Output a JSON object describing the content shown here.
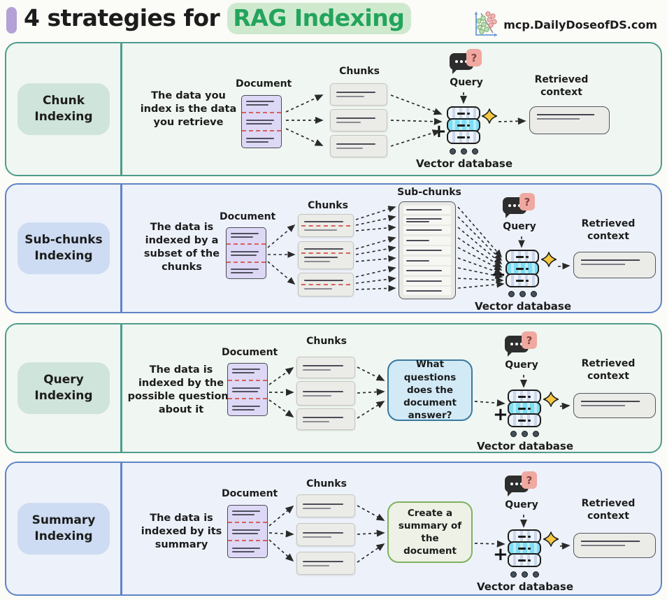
{
  "header": {
    "title_black": "4 strategies for",
    "title_green": "RAG Indexing",
    "brand": "mcp.DailyDoseofDS.com"
  },
  "icons": {
    "plus": "+",
    "question_mark": "?"
  },
  "panels": [
    {
      "label": "Chunk Indexing",
      "description": "The data you index is the data you retrieve",
      "document_label": "Document",
      "chunks_label": "Chunks",
      "query_label": "Query",
      "vector_db_label": "Vector database",
      "retrieved_label": "Retrieved context"
    },
    {
      "label": "Sub-chunks Indexing",
      "description": "The data is indexed by a subset of the chunks",
      "document_label": "Document",
      "chunks_label": "Chunks",
      "subchunks_label": "Sub-chunks",
      "query_label": "Query",
      "vector_db_label": "Vector database",
      "retrieved_label": "Retrieved context"
    },
    {
      "label": "Query Indexing",
      "description": "The data is indexed by the possible questions about it",
      "document_label": "Document",
      "chunks_label": "Chunks",
      "transform_text": "What questions does the document answer?",
      "query_label": "Query",
      "vector_db_label": "Vector database",
      "retrieved_label": "Retrieved context"
    },
    {
      "label": "Summary Indexing",
      "description": "The data is indexed by its summary",
      "document_label": "Document",
      "chunks_label": "Chunks",
      "transform_text": "Create a summary of the document",
      "query_label": "Query",
      "vector_db_label": "Vector database",
      "retrieved_label": "Retrieved context"
    }
  ]
}
